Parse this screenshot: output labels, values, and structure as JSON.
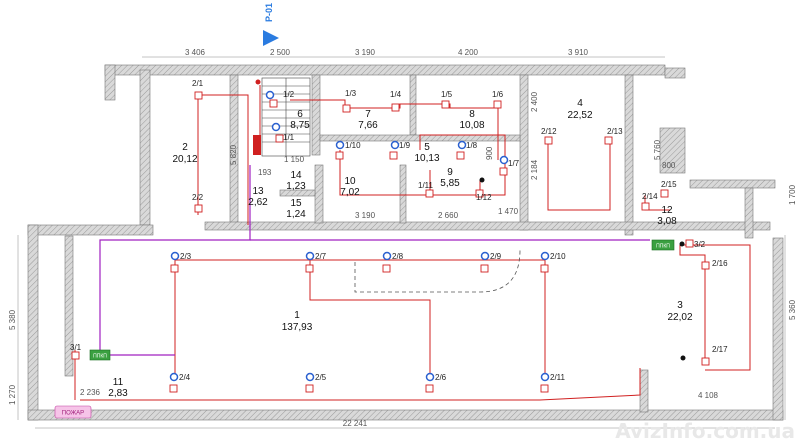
{
  "marker": {
    "label": "P-01"
  },
  "dimensions": {
    "top": [
      "3 406",
      "2 500",
      "3 190",
      "4 200",
      "3 910"
    ],
    "bottom": [
      "2 236",
      "22 241",
      "4 108"
    ],
    "left": [
      "5 380",
      "1 270"
    ],
    "right": [
      "5 360",
      "1 700",
      "5 760",
      "800"
    ],
    "inner": [
      "5 820",
      "1 150",
      "193",
      "3 190",
      "2 660",
      "1 470",
      "2 400",
      "2 184",
      "900"
    ]
  },
  "rooms": [
    {
      "id": "1",
      "area": "137,93"
    },
    {
      "id": "2",
      "area": "20,12"
    },
    {
      "id": "3",
      "area": "22,02"
    },
    {
      "id": "4",
      "area": "22,52"
    },
    {
      "id": "5",
      "area": "10,13"
    },
    {
      "id": "6",
      "area": "8,75"
    },
    {
      "id": "7",
      "area": "7,66"
    },
    {
      "id": "8",
      "area": "10,08"
    },
    {
      "id": "9",
      "area": "5,85"
    },
    {
      "id": "10",
      "area": "7,02"
    },
    {
      "id": "11",
      "area": "2,83"
    },
    {
      "id": "12",
      "area": "3,08"
    },
    {
      "id": "13",
      "area": "2,62"
    },
    {
      "id": "14",
      "area": "1,23"
    },
    {
      "id": "15",
      "area": "1,24"
    }
  ],
  "devices": [
    "1/1",
    "1/2",
    "1/3",
    "1/4",
    "1/5",
    "1/6",
    "1/7",
    "1/8",
    "1/9",
    "1/10",
    "1/11",
    "1/12",
    "2/1",
    "2/2",
    "2/3",
    "2/4",
    "2/5",
    "2/6",
    "2/7",
    "2/8",
    "2/9",
    "2/10",
    "2/11",
    "2/12",
    "2/13",
    "2/14",
    "2/15",
    "2/16",
    "2/17",
    "3/1",
    "3/2"
  ],
  "panels": [
    {
      "label": "ППКП"
    },
    {
      "label": "ППКП"
    }
  ],
  "fire_sign": {
    "label": "ПОЖАР"
  },
  "watermark": {
    "text": "AvizInfo.com.ua"
  },
  "colors": {
    "wall": "#bdbdbd",
    "wire": "#d02020",
    "bus": "#a020c0",
    "detector": "#2a60d0",
    "panel": "#3aa040"
  }
}
